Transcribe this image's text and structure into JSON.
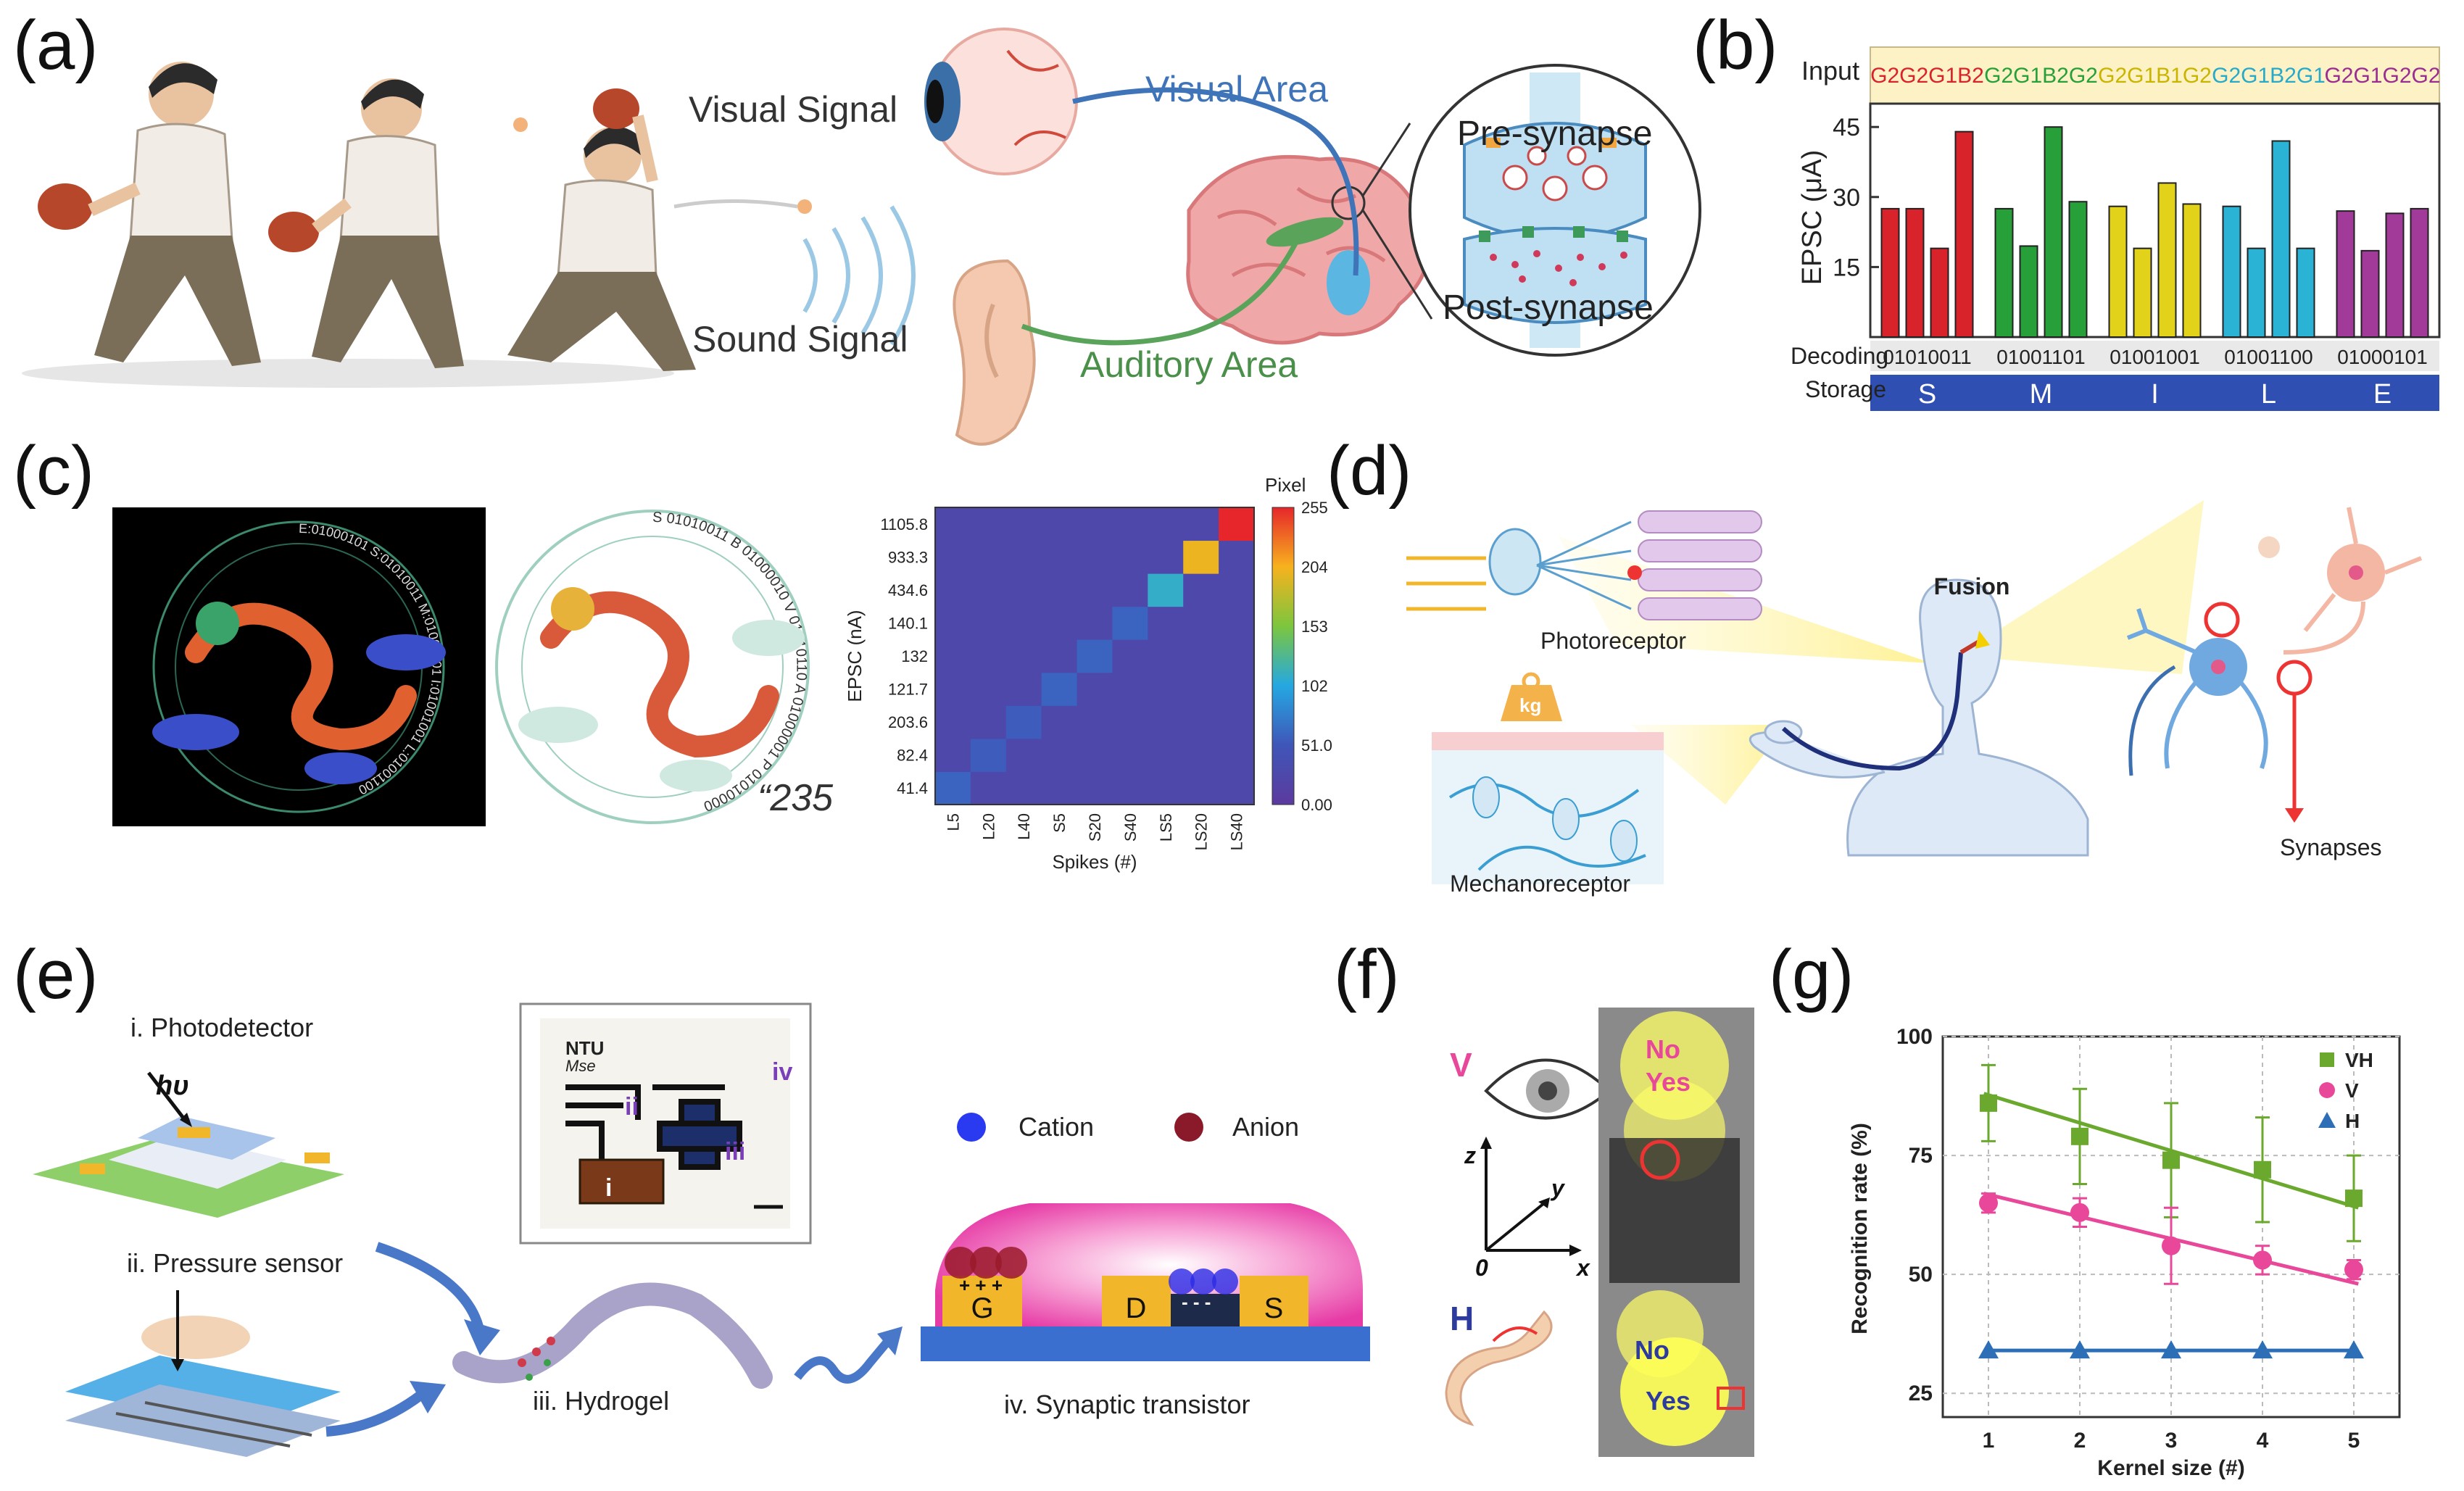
{
  "panel_labels": {
    "a": "(a)",
    "b": "(b)",
    "c": "(c)",
    "d": "(d)",
    "e": "(e)",
    "f": "(f)",
    "g": "(g)"
  },
  "panel_a": {
    "visual_signal": "Visual Signal",
    "sound_signal": "Sound Signal",
    "visual_area": "Visual Area",
    "auditory_area": "Auditory Area",
    "pre_synapse": "Pre-synapse",
    "post_synapse": "Post-synapse"
  },
  "panel_b": {
    "input_label": "Input",
    "inputs": [
      {
        "text": "G2G2G1B2",
        "color": "#d8232a"
      },
      {
        "text": "G2G1B2G2",
        "color": "#27a03a"
      },
      {
        "text": "G2G1B1G2",
        "color": "#c9b400"
      },
      {
        "text": "G2G1B2G1",
        "color": "#27a9c9"
      },
      {
        "text": "G2G1G2G2",
        "color": "#9b2d91"
      }
    ],
    "decoding_label": "Decoding",
    "decoding": [
      "01010011",
      "01001101",
      "01001001",
      "01001100",
      "01000101"
    ],
    "storage_label": "Storage",
    "storage": [
      "S",
      "M",
      "I",
      "L",
      "E"
    ],
    "storage_bar_color": "#2f4fb3"
  },
  "panel_c": {
    "ring_dark": "E:01000101  S:01010011  M:01001101  I:01001001  L:01001100",
    "ring_light": "S 01010011  B 01000010  V 01010110  A 01000001  P 01010000",
    "quote_text": "“235"
  },
  "panel_d": {
    "photoreceptor": "Photoreceptor",
    "mechanoreceptor": "Mechanoreceptor",
    "fusion": "Fusion",
    "synapses": "Synapses",
    "weight": "kg"
  },
  "panel_e": {
    "photodetector": "i. Photodetector",
    "hv": "hυ",
    "pressure_sensor": "ii. Pressure sensor",
    "hydrogel": "iii. Hydrogel",
    "synaptic_transistor": "iv. Synaptic transistor",
    "cation": "Cation",
    "anion": "Anion",
    "ntu": "NTU",
    "mse": "Mse",
    "photo_labels": [
      "i",
      "ii",
      "iii",
      "iv"
    ],
    "terminals": [
      "G",
      "D",
      "S"
    ],
    "plus_signs": "+ + +",
    "minus_signs": "- - -"
  },
  "panel_f": {
    "v_label": "V",
    "h_label": "H",
    "axes": [
      "z",
      "y",
      "0",
      "x"
    ],
    "no": "No",
    "yes": "Yes"
  },
  "chart_data": [
    {
      "id": "b",
      "type": "bar",
      "ylabel": "EPSC (μA)",
      "ylim": [
        0,
        50
      ],
      "yticks": [
        15,
        30,
        45
      ],
      "groups": [
        {
          "values": [
            27.5,
            27.5,
            19,
            44
          ],
          "color": "#d8232a"
        },
        {
          "values": [
            27.5,
            19.5,
            45,
            29
          ],
          "color": "#27a03a"
        },
        {
          "values": [
            28,
            19,
            33,
            28.5
          ],
          "color": "#e3d21a"
        },
        {
          "values": [
            28,
            19,
            42,
            19
          ],
          "color": "#2bb3d6"
        },
        {
          "values": [
            27,
            18.5,
            26.5,
            27.5
          ],
          "color": "#a23a99"
        }
      ]
    },
    {
      "id": "c",
      "type": "heatmap",
      "xlabel": "Spikes (#)",
      "ylabel": "EPSC (nA)",
      "x_categories": [
        "L5",
        "L20",
        "L40",
        "S5",
        "S20",
        "S40",
        "LS5",
        "LS20",
        "LS40"
      ],
      "y_categories": [
        "41.4",
        "82.4",
        "203.6",
        "121.7",
        "132",
        "140.1",
        "434.6",
        "933.3",
        "1105.8"
      ],
      "values_diag": [
        60,
        55,
        55,
        60,
        60,
        60,
        110,
        200,
        255
      ],
      "background_value": 25,
      "colorbar_title": "Pixel",
      "colorbar_ticks": [
        "255",
        "204",
        "153",
        "102",
        "51.0",
        "0.00"
      ],
      "vmin": 0,
      "vmax": 255
    },
    {
      "id": "g",
      "type": "scatter",
      "xlabel": "Kernel size (#)",
      "ylabel": "Recognition rate (%)",
      "xlim": [
        0.5,
        5.5
      ],
      "ylim": [
        20,
        100
      ],
      "xticks": [
        1,
        2,
        3,
        4,
        5
      ],
      "yticks": [
        25,
        50,
        75,
        100
      ],
      "grid": true,
      "legend_position": "top-right",
      "series": [
        {
          "name": "VH",
          "color": "#6aa92e",
          "marker": "square",
          "x": [
            1,
            2,
            3,
            4,
            5
          ],
          "y": [
            86,
            79,
            74,
            72,
            66
          ],
          "err": [
            8,
            10,
            12,
            11,
            9
          ],
          "fit": [
            88,
            82,
            76,
            70,
            64
          ]
        },
        {
          "name": "V",
          "color": "#e8479a",
          "marker": "circle",
          "x": [
            1,
            2,
            3,
            4,
            5
          ],
          "y": [
            65,
            63,
            56,
            53,
            51
          ],
          "err": [
            2,
            3,
            8,
            3,
            2
          ],
          "fit": [
            67,
            62,
            58,
            53,
            48
          ]
        },
        {
          "name": "H",
          "color": "#2d6fb6",
          "marker": "triangle",
          "x": [
            1,
            2,
            3,
            4,
            5
          ],
          "y": [
            34,
            34,
            34,
            34,
            34
          ],
          "err": [
            0,
            0,
            0,
            0,
            0
          ],
          "fit": [
            34,
            34,
            34,
            34,
            34
          ]
        }
      ]
    }
  ]
}
